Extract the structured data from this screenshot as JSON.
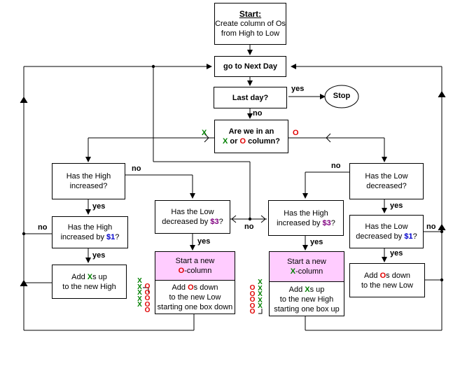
{
  "start": {
    "title": "Start:",
    "line1": "Create column of Os",
    "line2": "from High to Low"
  },
  "next_day": "go to Next Day",
  "last_day": "Last day?",
  "stop": "Stop",
  "column_question": {
    "line1": "Are we in an",
    "x": "X",
    "or": " or ",
    "o": "O",
    "tail": " column?"
  },
  "labels": {
    "yes": "yes",
    "no": "no",
    "x": "X",
    "o": "O"
  },
  "high_increased": {
    "line1": "Has the High",
    "line2": "increased?"
  },
  "low_decreased": {
    "line1": "Has the Low",
    "line2": "decreased?"
  },
  "high_increased_1": {
    "line1": "Has the High",
    "line2a": "increased by ",
    "amount": "$1",
    "line2b": "?"
  },
  "low_decreased_3": {
    "line1": "Has the Low",
    "line2a": "decreased by ",
    "amount": "$3",
    "line2b": "?"
  },
  "high_increased_3": {
    "line1": "Has the High",
    "line2a": "increased by ",
    "amount": "$3",
    "line2b": "?"
  },
  "low_decreased_1": {
    "line1": "Has the Low",
    "line2a": "decreased by ",
    "amount": "$1",
    "line2b": "?"
  },
  "add_xs": {
    "pre": "Add ",
    "x": "X",
    "post": "s up",
    "line2": "to the new High"
  },
  "add_os": {
    "pre": "Add ",
    "o": "O",
    "post": "s down",
    "line2": "to the new Low"
  },
  "new_o_column": {
    "line1": "Start a new",
    "o": "O",
    "line2b": "-column",
    "pre": "Add ",
    "mid": "s down",
    "line3": "to the new Low",
    "line4": "starting one box down"
  },
  "new_x_column": {
    "line1": "Start a new",
    "x": "X",
    "line2b": "-column",
    "pre": "Add ",
    "mid": "s up",
    "line3": "to the new High",
    "line4": "starting one box up"
  },
  "colors": {
    "x": "#008000",
    "o": "#e00000",
    "pink": "#ffccff",
    "amount3": "#800080",
    "amount1": "#0000cc"
  }
}
